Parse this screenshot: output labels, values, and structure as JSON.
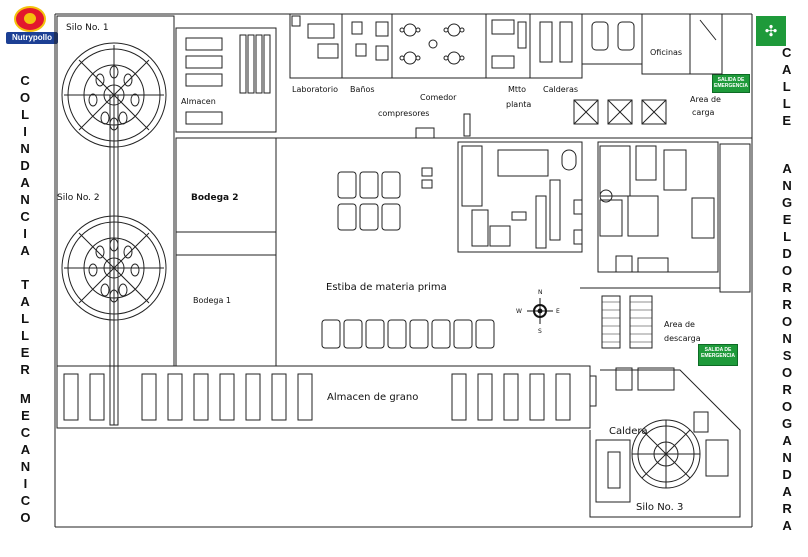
{
  "logo": {
    "brand": "Nutrypollo"
  },
  "sides": {
    "left_top": "COLINDANCIA TALLER",
    "left_bottom": "MECANICO",
    "right_top": "CALLE",
    "right_bottom": "ANGELDORRONSOROGANDARA"
  },
  "labels": {
    "silo1": "Silo No. 1",
    "silo2": "Silo No. 2",
    "silo3": "Silo No. 3",
    "almacen": "Almacen",
    "laboratorio": "Laboratorio",
    "banos": "Baños",
    "comedor": "Comedor",
    "compresores": "compresores",
    "mtto": "Mtto",
    "planta": "planta",
    "calderas": "Calderas",
    "oficinas": "Oficinas",
    "area_carga_1": "Area de",
    "area_carga_2": "carga",
    "bodega2": "Bodega 2",
    "bodega1": "Bodega 1",
    "estiba": "Estiba de materia prima",
    "area_descarga_1": "Area de",
    "area_descarga_2": "descarga",
    "almacen_grano": "Almacen de grano",
    "caldera": "Caldera"
  },
  "exit_signs": [
    "SALIDA DE EMERGENCIA",
    "SALIDA DE EMERGENCIA"
  ],
  "compass": {
    "n": "N",
    "s": "S",
    "e": "E",
    "w": "W"
  },
  "icons": {
    "evacuation": "evacuation-point-icon"
  },
  "colors": {
    "exit_green": "#1e9a3a",
    "logo_red": "#e3182d",
    "logo_blue": "#1c3f94"
  }
}
